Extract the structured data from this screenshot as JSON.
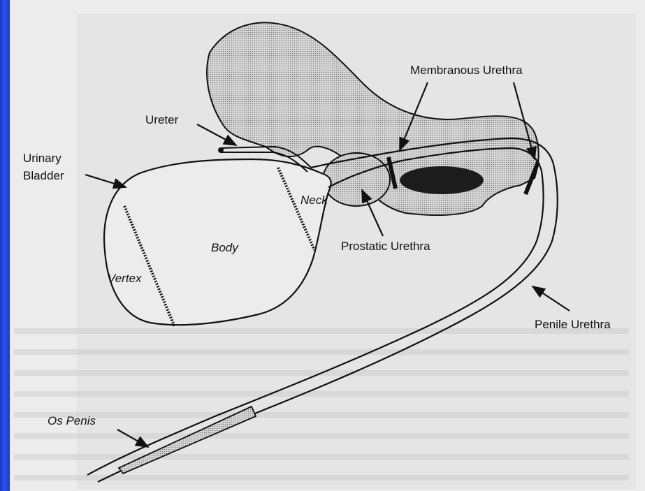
{
  "labels": {
    "ureter": "Ureter",
    "urinary_bladder_line1": "Urinary",
    "urinary_bladder_line2": "Bladder",
    "membranous_urethra": "Membranous Urethra",
    "neck": "Neck",
    "body": "Body",
    "vertex": "Vertex",
    "prostatic_urethra": "Prostatic Urethra",
    "penile_urethra": "Penile Urethra",
    "os_penis": "Os Penis"
  },
  "colors": {
    "slide_background": "#1a3fd8",
    "page": "#ececec",
    "stipple": "#c8c8c8",
    "dark_mass": "#1c1c1c",
    "line": "#111111"
  }
}
